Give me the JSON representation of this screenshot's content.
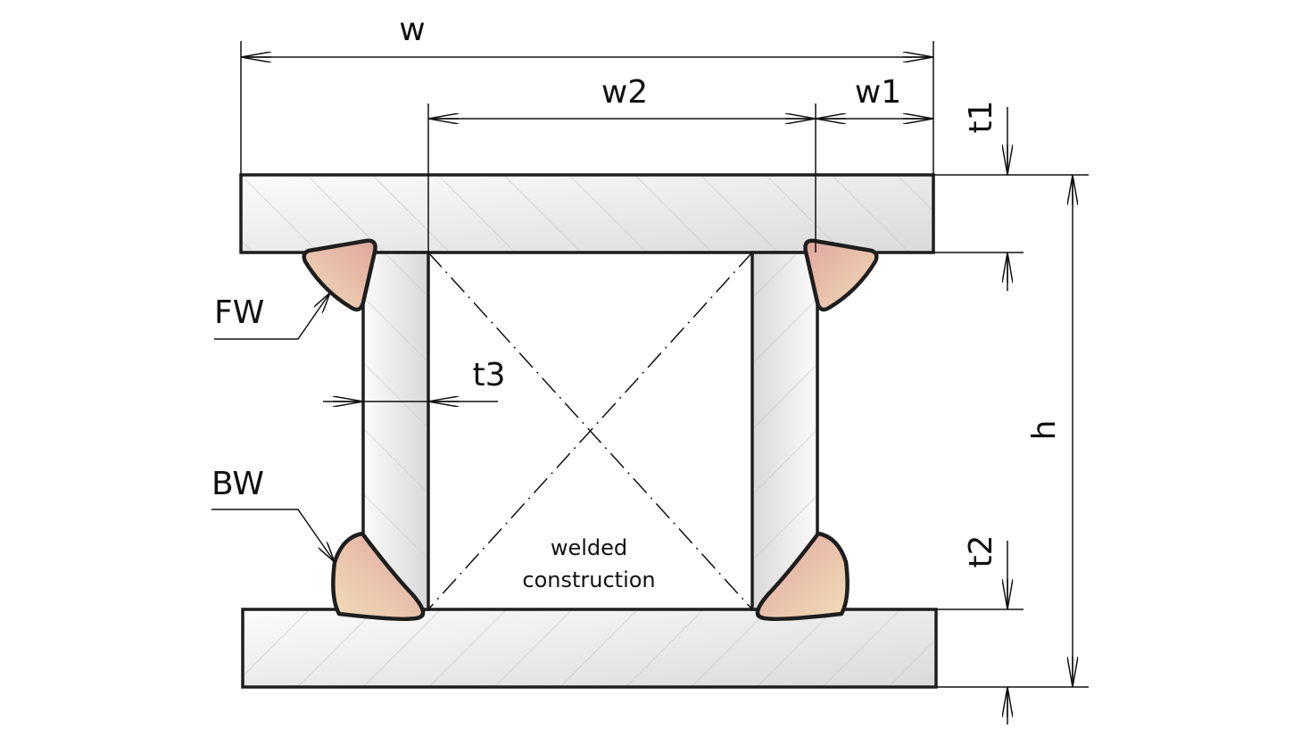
{
  "dimensions": {
    "w": "w",
    "w1": "w1",
    "w2": "w2",
    "t1": "t1",
    "t2": "t2",
    "t3": "t3",
    "h": "h"
  },
  "welds": {
    "fillet": "FW",
    "butt": "BW"
  },
  "caption": {
    "line1": "welded",
    "line2": "construction"
  },
  "colors": {
    "outline": "#1e1e1e",
    "weld_fill_light": "#f1d8b8",
    "weld_fill_dark": "#e0aaa0",
    "plate_light": "#fafafa",
    "plate_dark": "#dcdcdc",
    "hatch": "#c8c8c8"
  }
}
